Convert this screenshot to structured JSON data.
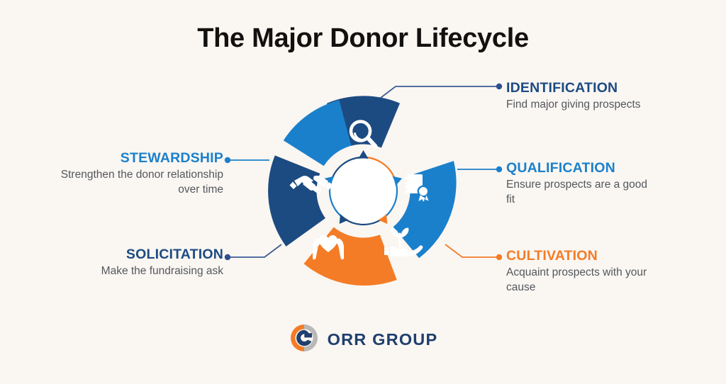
{
  "page": {
    "title": "The Major Donor Lifecycle",
    "background_color": "#faf6f2"
  },
  "colors": {
    "navy": "#1c4b82",
    "blue": "#1b80cb",
    "orange": "#f47c26",
    "logo_navy": "#1f3f6e",
    "logo_gray": "#b8b8b8",
    "description_text": "#53585c",
    "title_text": "#13110f"
  },
  "stages": [
    {
      "id": "identification",
      "title": "IDENTIFICATION",
      "description": "Find major giving prospects",
      "color": "#1c4b82",
      "icon": "magnifier-icon",
      "side": "right"
    },
    {
      "id": "qualification",
      "title": "QUALIFICATION",
      "description": "Ensure prospects are a good fit",
      "color": "#1b80cb",
      "icon": "certificate-document-icon",
      "side": "right"
    },
    {
      "id": "cultivation",
      "title": "CULTIVATION",
      "description": "Acquaint prospects with your cause",
      "color": "#f47c26",
      "icon": "sprout-in-hand-icon",
      "side": "right"
    },
    {
      "id": "solicitation",
      "title": "SOLICITATION",
      "description": "Make the fundraising ask",
      "color": "#1c4b82",
      "icon": "heart-in-hands-icon",
      "side": "left"
    },
    {
      "id": "stewardship",
      "title": "STEWARDSHIP",
      "description": "Strengthen the donor relationship over time",
      "color": "#1b80cb",
      "icon": "handshake-icon",
      "side": "left"
    }
  ],
  "logo": {
    "wordmark": "ORR GROUP",
    "mark": "orr-group-circle-g-mark"
  },
  "chart_data": {
    "type": "pie",
    "title": "The Major Donor Lifecycle",
    "categories": [
      "IDENTIFICATION",
      "QUALIFICATION",
      "CULTIVATION",
      "SOLICITATION",
      "STEWARDSHIP"
    ],
    "values": [
      20,
      20,
      20,
      20,
      20
    ],
    "colors": [
      "#1c4b82",
      "#1b80cb",
      "#f47c26",
      "#1c4b82",
      "#1b80cb"
    ],
    "legend_position": "callouts",
    "grid": false,
    "note": "Five equal donut segments arranged clockwise from top"
  }
}
